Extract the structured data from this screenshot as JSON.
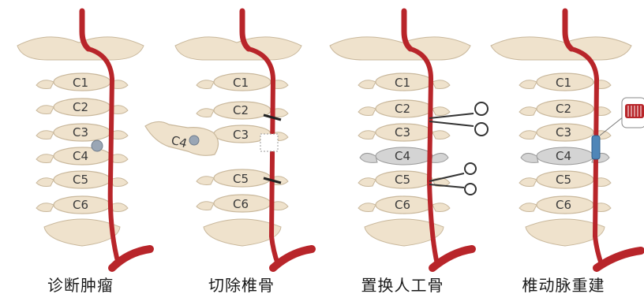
{
  "panels": [
    {
      "caption": "诊断肿瘤",
      "labels": {
        "c1": "C1",
        "c2": "C2",
        "c3": "C3",
        "c4": "C4",
        "c5": "C5",
        "c6": "C6"
      }
    },
    {
      "caption": "切除椎骨",
      "labels": {
        "c1": "C1",
        "c2": "C2",
        "c3": "C3",
        "c4": "C4",
        "c5": "C5",
        "c6": "C6"
      }
    },
    {
      "caption": "置换人工骨",
      "labels": {
        "c1": "C1",
        "c2": "C2",
        "c3": "C3",
        "c4": "C4",
        "c5": "C5",
        "c6": "C6"
      }
    },
    {
      "caption": "椎动脉重建",
      "labels": {
        "c1": "C1",
        "c2": "C2",
        "c3": "C3",
        "c4": "C4",
        "c5": "C5",
        "c6": "C6"
      }
    }
  ],
  "colors": {
    "bone": "#efe2cc",
    "bone_stroke": "#c9b89c",
    "artery": "#b8252a",
    "artery_dark": "#8e1a1e",
    "implant": "#d4d4d4",
    "tumor": "#9aa6b5",
    "clamp": "#333333",
    "graft": "#4f86b8"
  }
}
